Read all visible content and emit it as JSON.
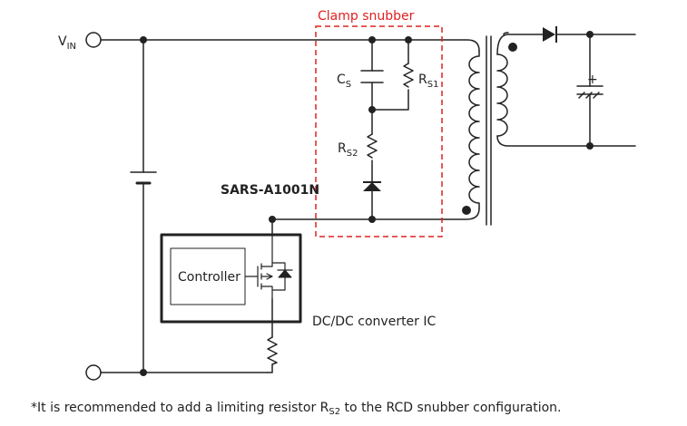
{
  "labels": {
    "vin": "V",
    "vin_sub": "IN",
    "clamp": "Clamp snubber",
    "cs": "C",
    "cs_sub": "S",
    "rs1": "R",
    "rs1_sub": "S1",
    "rs2": "R",
    "rs2_sub": "S2",
    "diode_part": "SARS-A1001N",
    "controller": "Controller",
    "ic": "DC/DC converter IC",
    "polarity": "+"
  },
  "footnote": {
    "pre": "*It is recommended to add a limiting resistor R",
    "sub": "S2",
    "post": " to the RCD snubber configuration."
  },
  "colors": {
    "wire": "#222222",
    "snubber_box": "#e02020"
  }
}
